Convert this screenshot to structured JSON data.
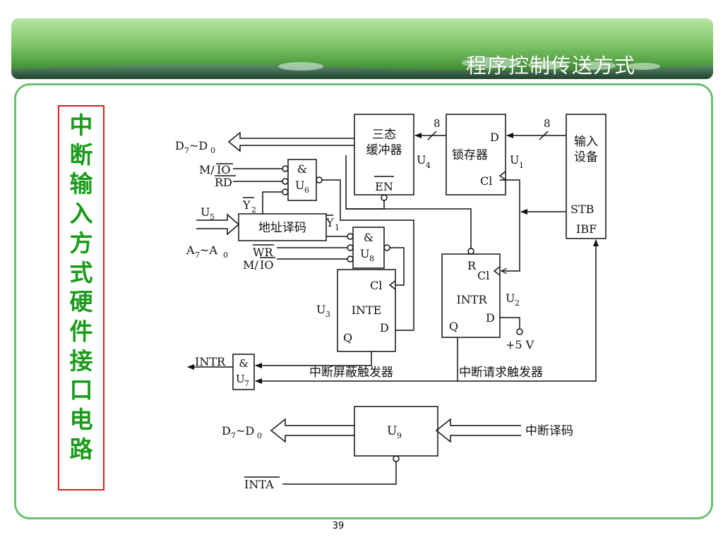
{
  "header": {
    "title": "程序控制传送方式"
  },
  "side_title": "中断输入方式硬件接口电路",
  "page_number": "39",
  "diagram": {
    "tristate_buffer": {
      "line1": "三态",
      "line2": "缓冲器",
      "en": "EN",
      "id": "U",
      "sub": "4"
    },
    "latch": {
      "label": "锁存器",
      "d": "D",
      "cl": "Cl",
      "id": "U",
      "sub": "1"
    },
    "input_device": {
      "line1": "输入",
      "line2": "设备",
      "stb": "STB",
      "ibf": "IBF"
    },
    "bus_width_1": "8",
    "bus_width_2": "8",
    "data_bus_top": {
      "main": "D",
      "sub1": "7",
      "tilde": "~D",
      "sub2": "0"
    },
    "gate_u6": {
      "op": "&",
      "id": "U",
      "sub": "6"
    },
    "gate_u8": {
      "op": "&",
      "id": "U",
      "sub": "8"
    },
    "gate_u7": {
      "op": "&",
      "id": "U",
      "sub": "7"
    },
    "signals": {
      "m_io": "M/",
      "io": "IO",
      "rd": "RD",
      "wr": "WR",
      "y2": "Y",
      "y2_sub": "2",
      "y1": "Y",
      "y1_sub": "1",
      "u5": "U",
      "u5_sub": "5",
      "intr_out": "INTR",
      "inta": "INTA",
      "plus5v": "+5 V"
    },
    "addr_bus": {
      "main": "A",
      "sub1": "7",
      "tilde": "~A",
      "sub2": "0"
    },
    "decoder": "地址译码",
    "inte_ff": {
      "cl": "Cl",
      "name": "INTE",
      "q": "Q",
      "d": "D",
      "id": "U",
      "sub": "3"
    },
    "intr_ff": {
      "r": "R",
      "cl": "Cl",
      "name": "INTR",
      "q": "Q",
      "d": "D",
      "id": "U",
      "sub": "2"
    },
    "mask_label": "中断屏蔽触发器",
    "request_label": "中断请求触发器",
    "vector_block": {
      "id": "U",
      "sub": "9"
    },
    "data_bus_bottom": {
      "main": "D",
      "sub1": "7",
      "tilde": "~D",
      "sub2": "0"
    },
    "vector_input": "中断译码"
  },
  "colors": {
    "banner_green": "#6fbf5a",
    "frame_green": "#6cc070",
    "side_border": "#d42020",
    "side_text": "#1a9c1a"
  }
}
